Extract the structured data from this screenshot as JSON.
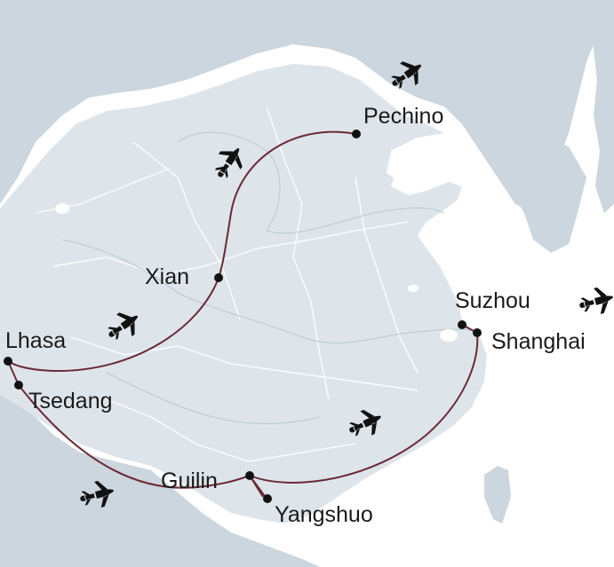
{
  "map": {
    "colors": {
      "sea": "#ffffff",
      "land_foreign": "#cbd6de",
      "land_china": "#dde5eb",
      "route": "#6b2a35",
      "city_dot": "#111111",
      "label": "#1a1a1a",
      "plane": "#111111"
    },
    "cities": [
      {
        "id": "pechino",
        "name": "Pechino"
      },
      {
        "id": "xian",
        "name": "Xian"
      },
      {
        "id": "lhasa",
        "name": "Lhasa"
      },
      {
        "id": "tsedang",
        "name": "Tsedang"
      },
      {
        "id": "guilin",
        "name": "Guilin"
      },
      {
        "id": "yangshuo",
        "name": "Yangshuo"
      },
      {
        "id": "suzhou",
        "name": "Suzhou"
      },
      {
        "id": "shanghai",
        "name": "Shanghai"
      }
    ],
    "routes": [
      {
        "from": "Pechino",
        "to": "Xian"
      },
      {
        "from": "Xian",
        "to": "Lhasa"
      },
      {
        "from": "Lhasa",
        "to": "Tsedang"
      },
      {
        "from": "Tsedang",
        "to": "Guilin"
      },
      {
        "from": "Guilin",
        "to": "Yangshuo"
      },
      {
        "from": "Guilin",
        "to": "Shanghai"
      },
      {
        "from": "Suzhou",
        "to": "Shanghai"
      }
    ],
    "icons": [
      "airplane-icon"
    ]
  }
}
